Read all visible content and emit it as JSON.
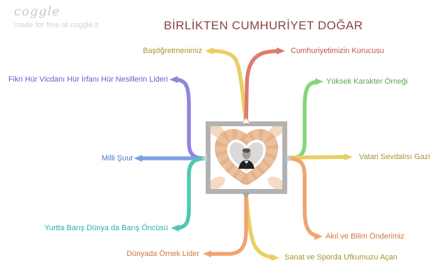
{
  "branding": {
    "logo_text": "coggle",
    "tagline": "made for free at coggle.it"
  },
  "title": {
    "text": "BİRLİKTEN CUMHURİYET DOĞAR",
    "color": "#8a4242"
  },
  "center_node": {
    "description": "Hands forming a heart around a black-and-white Atatürk portrait",
    "frame_color": "#b2b2b2"
  },
  "branches": [
    {
      "id": "basogretmenimiz",
      "label": "Başöğretmenimiz",
      "line_color": "#e9cf63",
      "text_color": "#a3972f",
      "position": "top-left"
    },
    {
      "id": "cumhuriyetimizin-kurucusu",
      "label": "Cumhuriyetimizin Kurucusu",
      "line_color": "#dd7a70",
      "text_color": "#c4544e",
      "position": "top-right"
    },
    {
      "id": "fikri-hur-nesillerin-lideri",
      "label": "Fikri Hür Vicdanı Hür İrfanı Hür Nesillerin Lideri",
      "line_color": "#8d86e0",
      "text_color": "#6360cc",
      "position": "left-upper"
    },
    {
      "id": "yuksek-karakter-ornegi",
      "label": "Yüksek Karakter Örneği",
      "line_color": "#83d678",
      "text_color": "#5aa84f",
      "position": "right-upper"
    },
    {
      "id": "milli-suur",
      "label": "Milli Şuur",
      "line_color": "#7e9fe6",
      "text_color": "#4b76cf",
      "position": "left-middle"
    },
    {
      "id": "vatan-sevdalisi-gazi",
      "label": "Vatan Sevdalısı Gazi",
      "line_color": "#e9cf63",
      "text_color": "#a3972f",
      "position": "right-middle"
    },
    {
      "id": "yurtta-baris-oncusu",
      "label": "Yurtta Barış Dünya da Barış Öncüsü",
      "line_color": "#4fc8b3",
      "text_color": "#2eaf9f",
      "position": "left-lower"
    },
    {
      "id": "akil-ve-bilim-onderimiz",
      "label": "Akıl ve Bilim Önderimiz",
      "line_color": "#efa571",
      "text_color": "#d2763b",
      "position": "right-lower"
    },
    {
      "id": "dunyada-ornek-lider",
      "label": "Dünyada Örnek Lider",
      "line_color": "#efa571",
      "text_color": "#d2763b",
      "position": "bottom-left"
    },
    {
      "id": "sanat-ve-sporda",
      "label": "Sanat ve Sporda Ufkumuzu Açan",
      "line_color": "#e9cf63",
      "text_color": "#a3972f",
      "position": "bottom-right"
    }
  ]
}
